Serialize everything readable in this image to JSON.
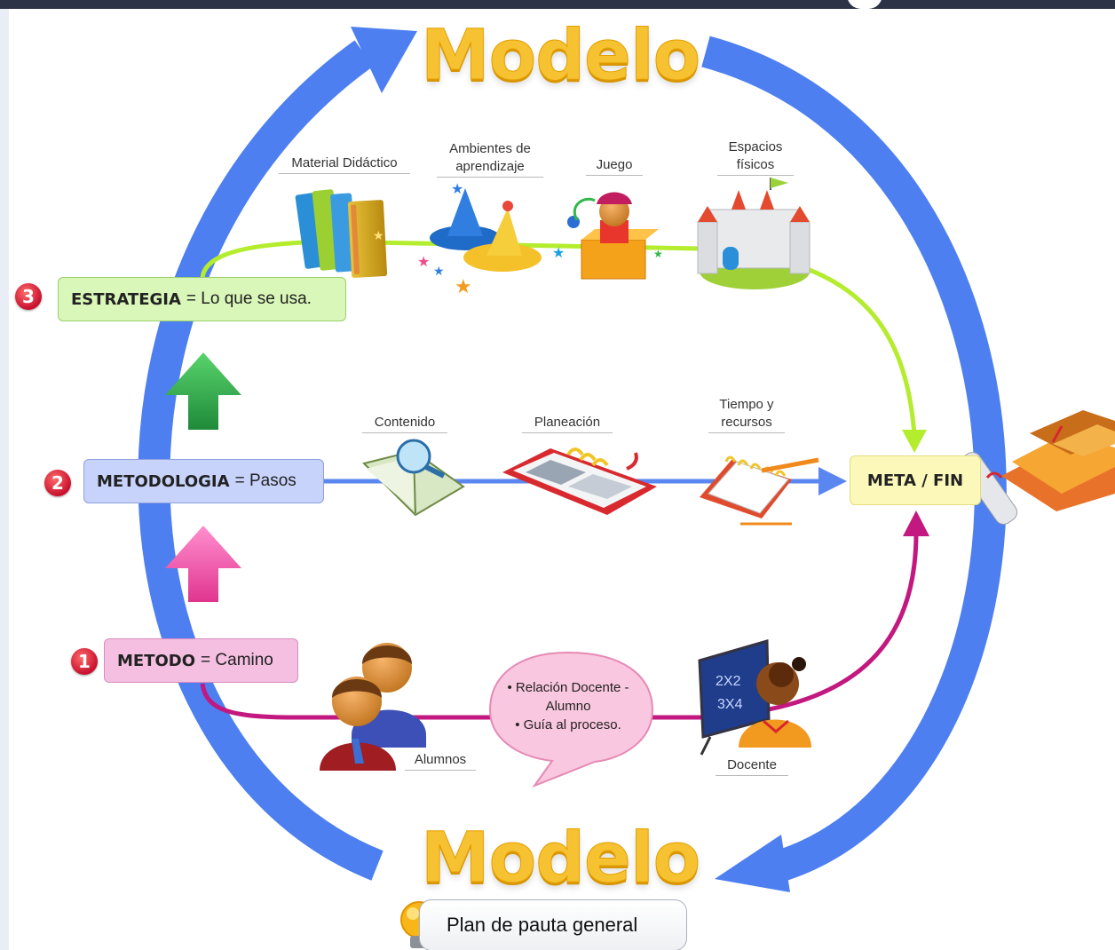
{
  "title_top": "Modelo",
  "title_bottom": "Modelo",
  "nodes": {
    "estrategia": {
      "number": "3",
      "bold": "ESTRATEGIA",
      "rest": " = Lo que se usa."
    },
    "metodologia": {
      "number": "2",
      "bold": "METODOLOGIA",
      "rest": " = Pasos"
    },
    "metodo": {
      "number": "1",
      "bold": "METODO",
      "rest": " = Camino"
    },
    "meta": {
      "bold": "META / FIN"
    }
  },
  "labels": {
    "material": "Material Didáctico",
    "ambientes_1": "Ambientes de",
    "ambientes_2": "aprendizaje",
    "juego": "Juego",
    "espacios_1": "Espacios",
    "espacios_2": "físicos",
    "contenido": "Contenido",
    "planeacion": "Planeación",
    "tiempo_1": "Tiempo y",
    "tiempo_2": "recursos",
    "alumnos": "Alumnos",
    "docente": "Docente"
  },
  "bubble": {
    "line1": "• Relación Docente -",
    "line2": "Alumno",
    "line3": "• Guía al proceso."
  },
  "board_text_1": "2X2",
  "board_text_2": "3X4",
  "plan": "Plan de pauta general",
  "colors": {
    "cycle_arrow": "#4d7ff0",
    "title": "#f6c231",
    "strategy_line": "#b4ec2e",
    "method_line": "#c2187f",
    "methodology_line": "#5a86ef",
    "up_arrow_green": "#2ea84a",
    "up_arrow_pink": "#f25fb0"
  }
}
